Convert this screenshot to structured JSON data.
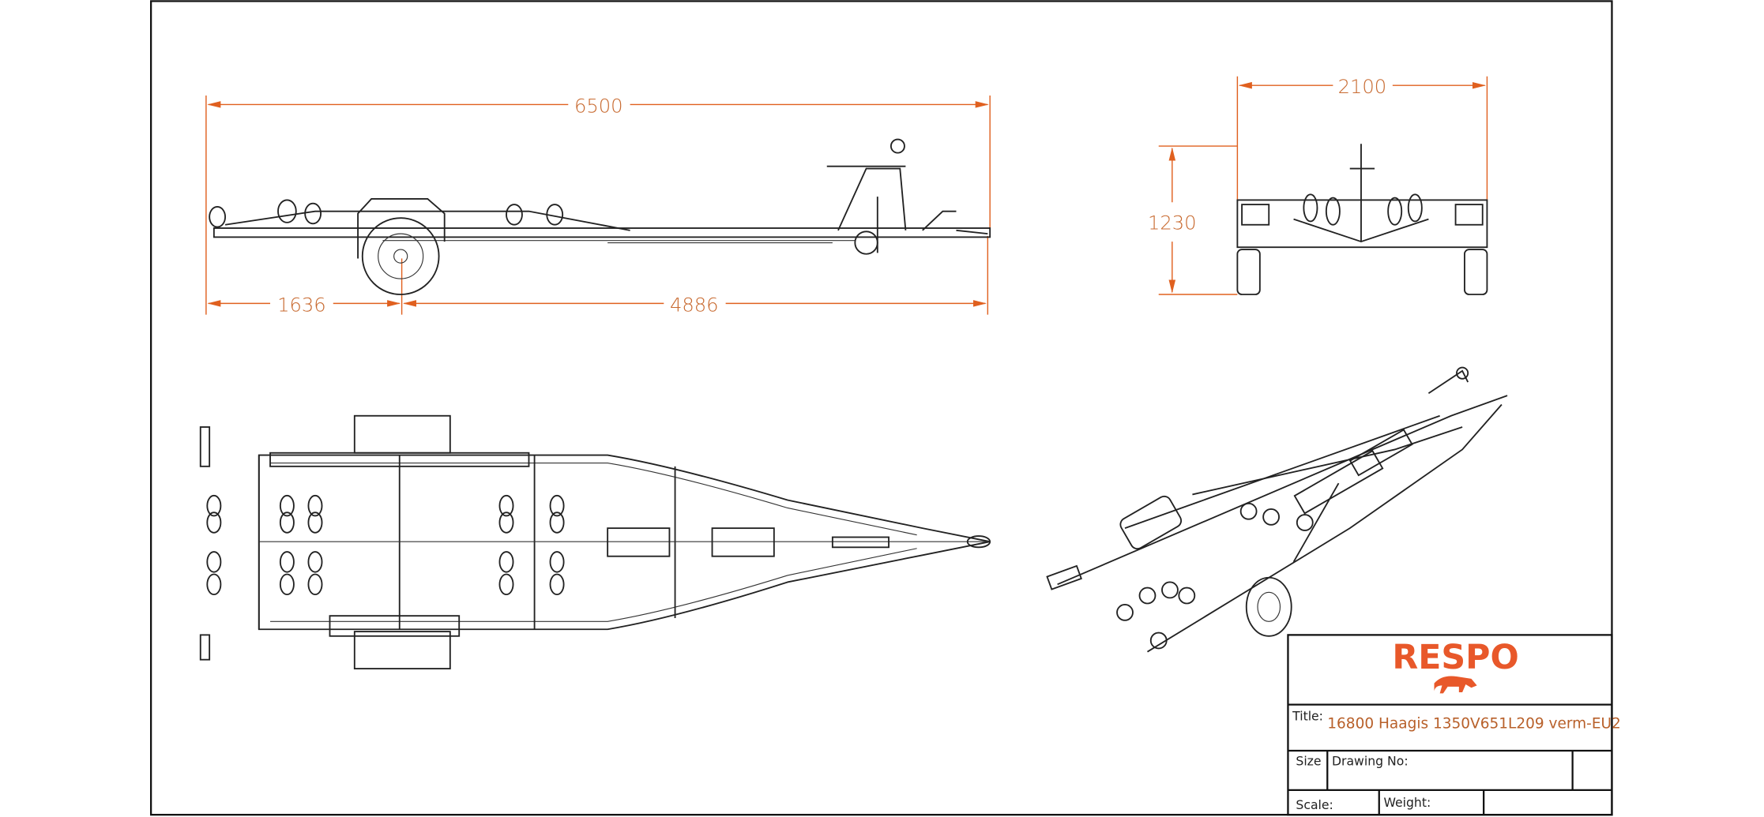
{
  "dimensions": {
    "overall_length": "6500",
    "rear_to_axle": "1636",
    "axle_to_coupling": "4886",
    "overall_width": "2100",
    "overall_height": "1230"
  },
  "title_block": {
    "logo_text": "RESPO",
    "title_label": "Title:",
    "title_value": "16800 Haagis 1350V651L209 verm-EU2",
    "size_label": "Size",
    "drawing_no_label": "Drawing No:",
    "scale_label": "Scale:",
    "weight_label": "Weight:"
  },
  "colors": {
    "accent": "#e8582a",
    "dimension": "#e0601f",
    "line": "#222222"
  }
}
